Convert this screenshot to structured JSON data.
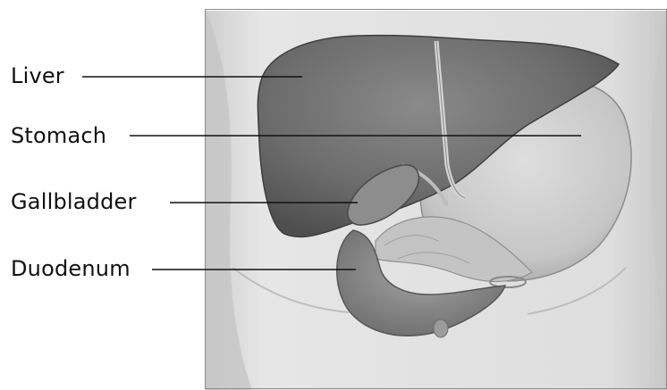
{
  "labels": {
    "liver": "Liver",
    "stomach": "Stomach",
    "gallbladder": "Gallbladder",
    "duodenum": "Duodenum"
  },
  "colors": {
    "background": "#ffffff",
    "skin": "#d9d9d9",
    "liver": "#6f6f6f",
    "stomach": "#cfcfcf",
    "gallbladder": "#8a8a8a",
    "duodenum": "#8c8c8c",
    "pancreas": "#bcbcbc",
    "leader_line": "#111111"
  }
}
